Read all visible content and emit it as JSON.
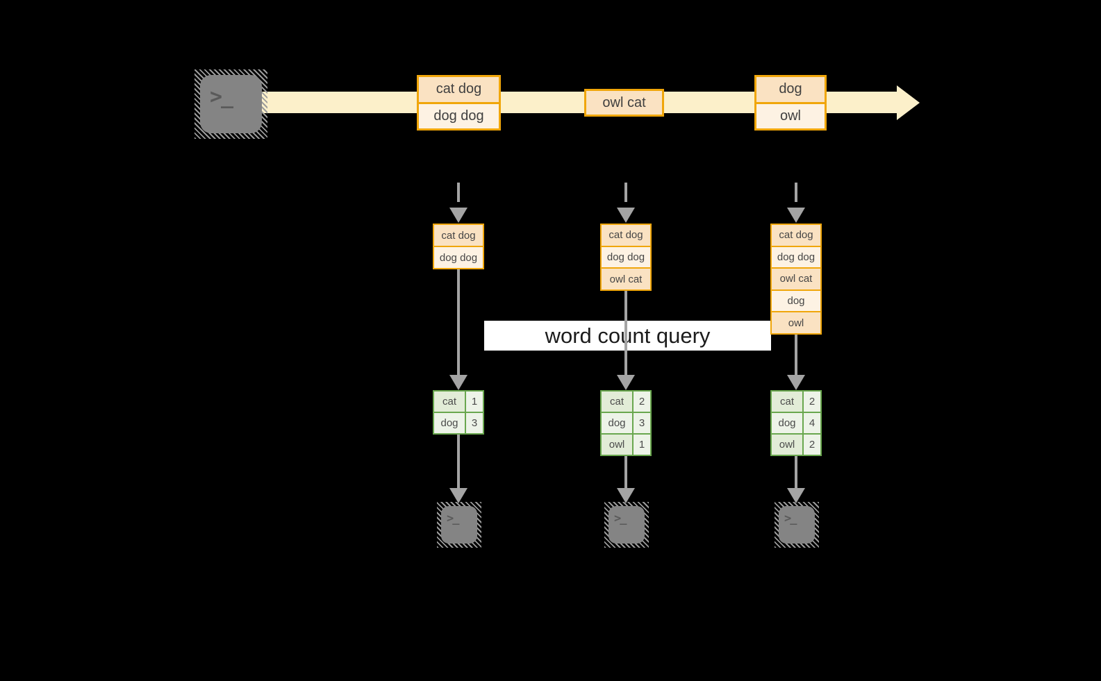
{
  "terminal_glyph": ">_",
  "query": {
    "label": "word count query"
  },
  "palette": {
    "background": "#000000",
    "stream_band": "#fcf0ca",
    "event_border": "#f0a60a",
    "event_fill_dark": "#fae2c2",
    "event_fill_light": "#fdf2e3",
    "table_border": "#69a74e",
    "table_fill_dark": "#e2ecd7",
    "table_fill_light": "#edf3e8",
    "arrow_gray": "#a4a4a4",
    "terminal_gray": "#848484",
    "banner_bg": "#ffffff"
  },
  "stream": {
    "events": [
      {
        "rows": [
          "cat dog",
          "dog dog"
        ]
      },
      {
        "rows": [
          "owl cat"
        ]
      },
      {
        "rows": [
          "dog",
          "owl"
        ]
      }
    ]
  },
  "columns": [
    {
      "buffer_rows": [
        "cat dog",
        "dog dog"
      ],
      "count_rows": [
        {
          "word": "cat",
          "count": "1"
        },
        {
          "word": "dog",
          "count": "3"
        }
      ]
    },
    {
      "buffer_rows": [
        "cat dog",
        "dog dog",
        "owl cat"
      ],
      "count_rows": [
        {
          "word": "cat",
          "count": "2"
        },
        {
          "word": "dog",
          "count": "3"
        },
        {
          "word": "owl",
          "count": "1"
        }
      ]
    },
    {
      "buffer_rows": [
        "cat dog",
        "dog dog",
        "owl cat",
        "dog",
        "owl"
      ],
      "count_rows": [
        {
          "word": "cat",
          "count": "2"
        },
        {
          "word": "dog",
          "count": "4"
        },
        {
          "word": "owl",
          "count": "2"
        }
      ]
    }
  ]
}
